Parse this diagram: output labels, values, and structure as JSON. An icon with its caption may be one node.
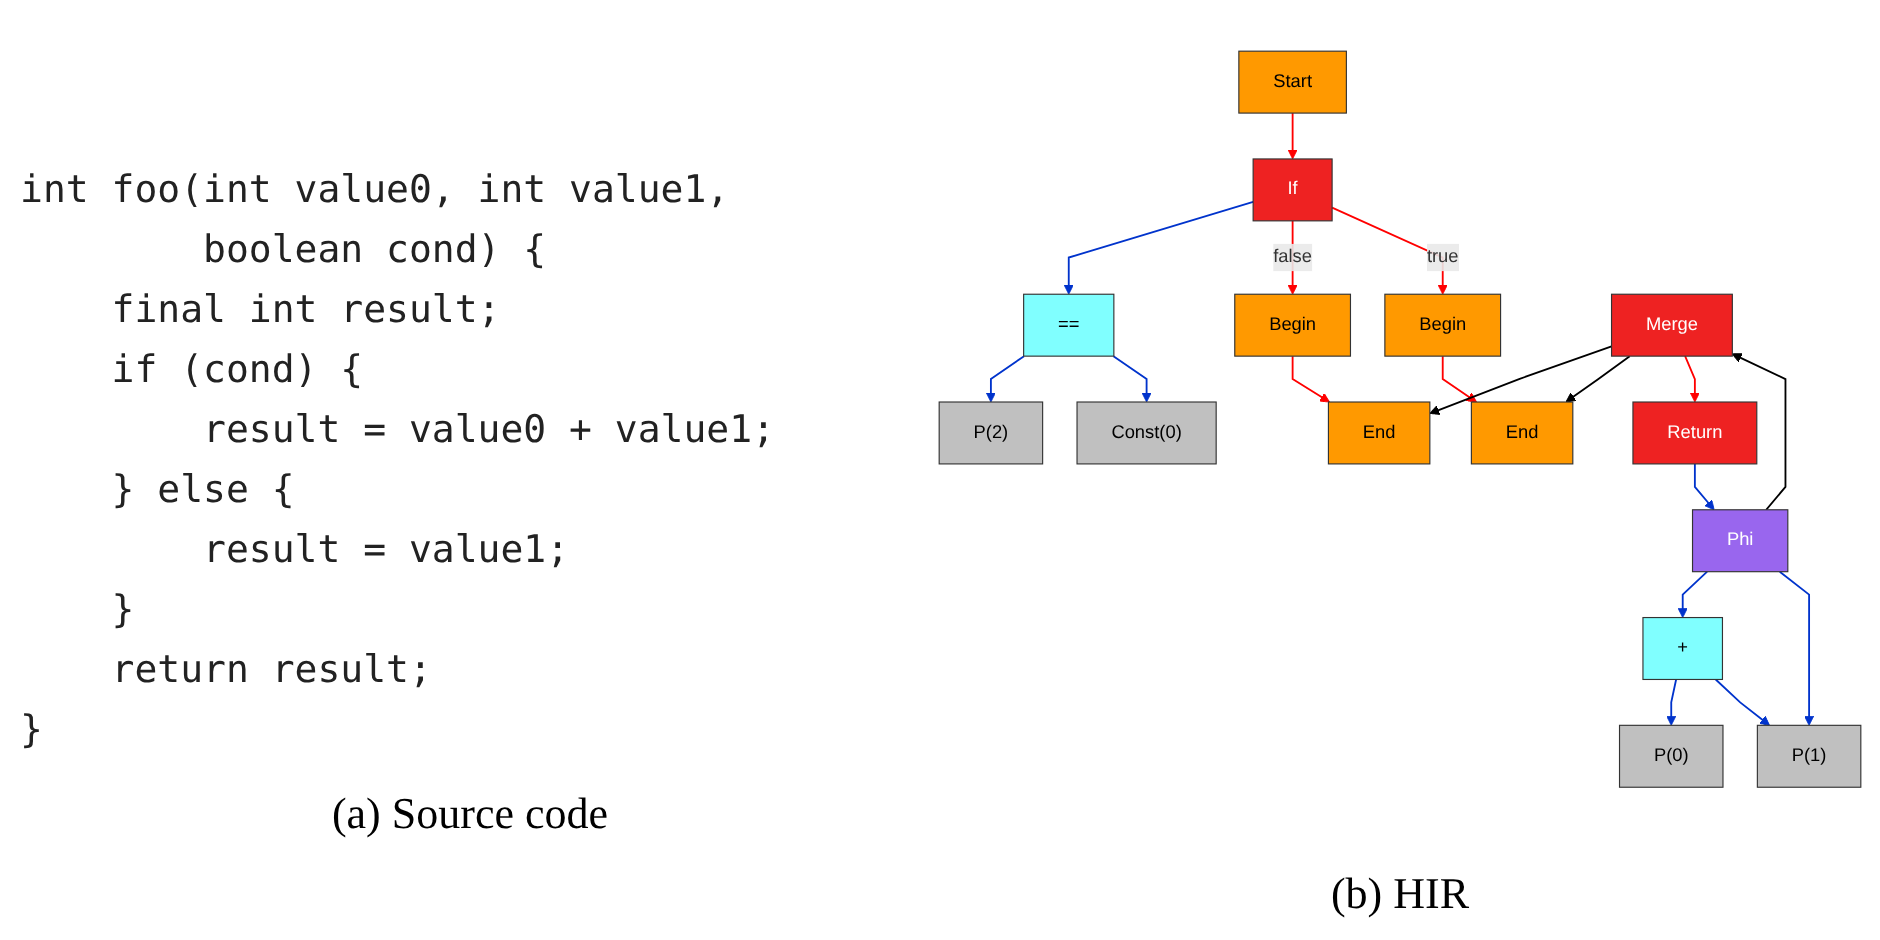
{
  "diagram": {
    "nodes": [
      {
        "text": [
          "P(2)"
        ]
      },
      {
        "text": [
          "Const(0)"
        ]
      },
      {
        "text": [
          "Start"
        ]
      },
      {
        "text": [
          "=="
        ]
      },
      {
        "text": [
          "If"
        ]
      },
      {
        "text": [
          "Begin"
        ]
      },
      {
        "text": [
          "Begin"
        ]
      },
      {
        "text": [
          "P(0)"
        ]
      },
      {
        "text": [
          "P(1)"
        ]
      },
      {
        "text": [
          "End"
        ]
      },
      {
        "text": [
          "End"
        ]
      },
      {
        "text": [
          "+"
        ]
      },
      {
        "text": [
          "Merge"
        ]
      },
      {
        "text": [
          "Phi"
        ]
      },
      {
        "text": [
          "Return"
        ]
      }
    ],
    "edges": [
      {
        "from": 2,
        "to": 4,
        "arrow": "to",
        "color": "#ff0000"
      },
      {
        "from": 4,
        "to": 3,
        "arrow": "to",
        "color": "#0033cc"
      },
      {
        "from": 3,
        "to": 0,
        "arrow": "to",
        "color": "#0033cc"
      },
      {
        "from": 3,
        "to": 1,
        "arrow": "to",
        "color": "#0033cc"
      },
      {
        "from": 4,
        "to": 5,
        "arrow": "to",
        "label": "false",
        "color": "#ff0000"
      },
      {
        "from": 4,
        "to": 6,
        "arrow": "to",
        "label": "true",
        "color": "#ff0000"
      },
      {
        "from": 5,
        "to": 9,
        "arrow": "to",
        "color": "#ff0000"
      },
      {
        "from": 6,
        "to": 10,
        "arrow": "to",
        "color": "#ff0000"
      },
      {
        "from": 12,
        "to": 9,
        "arrow": "to",
        "color": "#000000"
      },
      {
        "from": 12,
        "to": 10,
        "arrow": "to",
        "color": "#000000"
      },
      {
        "from": 12,
        "to": 14,
        "arrow": "to",
        "color": "#ff0000"
      },
      {
        "from": 14,
        "to": 13,
        "arrow": "to",
        "color": "#0033cc"
      },
      {
        "from": 13,
        "to": 12,
        "arrow": "to",
        "color": "#000000"
      },
      {
        "from": 13,
        "to": 11,
        "arrow": "to",
        "color": "#0033cc"
      },
      {
        "from": 13,
        "to": 8,
        "arrow": "to",
        "color": "#0033cc"
      },
      {
        "from": 11,
        "to": 7,
        "arrow": "to",
        "color": "#0033cc"
      },
      {
        "from": 11,
        "to": 8,
        "arrow": "to",
        "color": "#0033cc"
      }
    ],
    "labels": [
      "int foo(int value0, int value1,",
      "        boolean cond) {",
      "    final int result;",
      "    if (cond) {",
      "        result = value0 + value1;",
      "    } else {",
      "        result = value1;",
      "    }",
      "    return result;",
      "}",
      "(a) Source code",
      "(b) HIR"
    ]
  }
}
